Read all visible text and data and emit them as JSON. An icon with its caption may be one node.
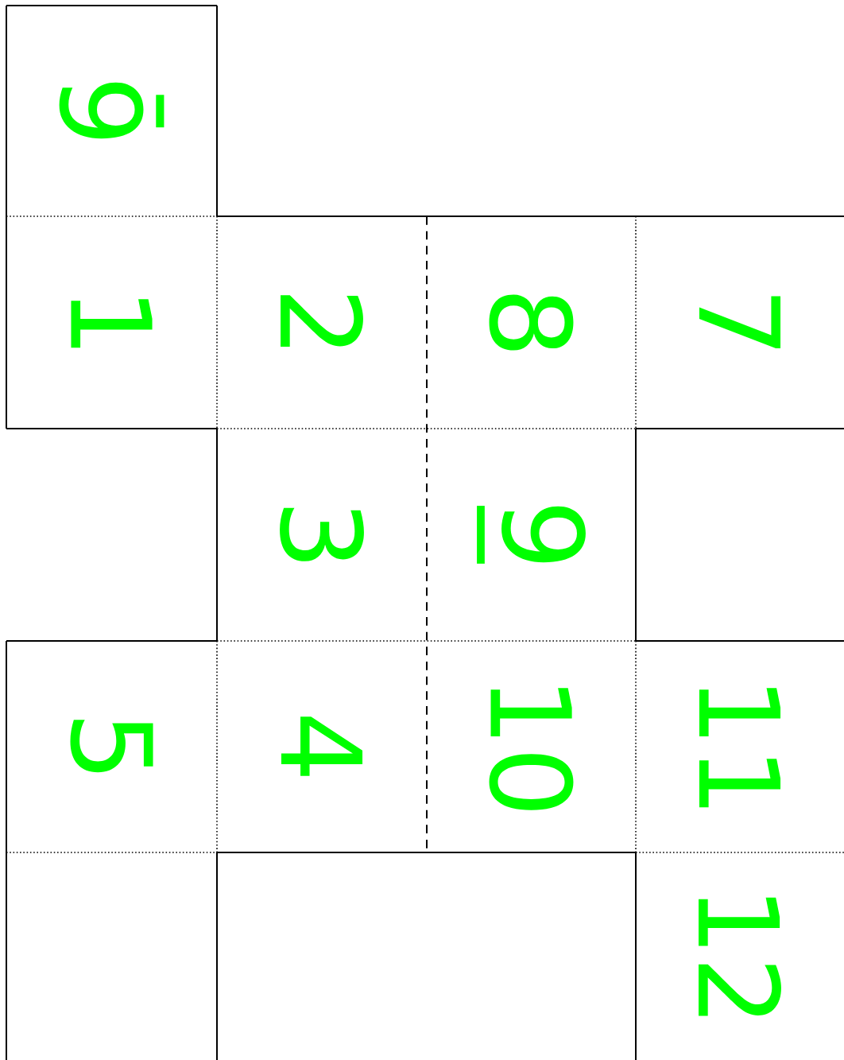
{
  "diagram": {
    "nodes": [
      {
        "text": [
          "9̄"
        ]
      },
      {
        "text": [
          "1"
        ]
      },
      {
        "text": [
          "2"
        ]
      },
      {
        "text": [
          "8"
        ]
      },
      {
        "text": [
          "7"
        ]
      },
      {
        "text": [
          "3"
        ]
      },
      {
        "text": [
          "9̲"
        ]
      },
      {
        "text": [
          "5"
        ]
      },
      {
        "text": [
          "4"
        ]
      },
      {
        "text": [
          "10"
        ]
      },
      {
        "text": [
          "11"
        ]
      },
      {
        "text": [
          "12"
        ]
      }
    ]
  }
}
